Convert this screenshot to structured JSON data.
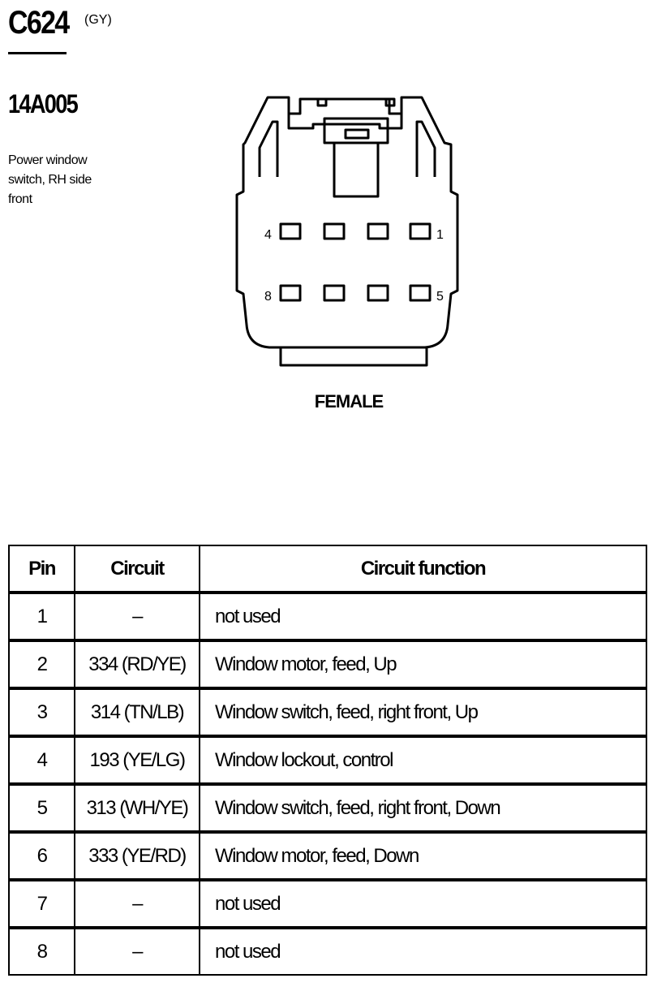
{
  "connector": {
    "id": "C624",
    "color_code": "(GY)",
    "part_number": "14A005",
    "description_lines": [
      "Power window",
      "switch, RH side",
      "front"
    ],
    "gender": "FEMALE",
    "pin_labels": {
      "top_left": "4",
      "top_right": "1",
      "bottom_left": "8",
      "bottom_right": "5"
    }
  },
  "table": {
    "headers": {
      "pin": "Pin",
      "circuit": "Circuit",
      "function": "Circuit function"
    },
    "rows": [
      {
        "pin": "1",
        "circuit": "–",
        "function": "not used"
      },
      {
        "pin": "2",
        "circuit": "334 (RD/YE)",
        "function": "Window motor, feed, Up"
      },
      {
        "pin": "3",
        "circuit": "314 (TN/LB)",
        "function": "Window switch, feed, right front, Up"
      },
      {
        "pin": "4",
        "circuit": "193 (YE/LG)",
        "function": "Window lockout, control"
      },
      {
        "pin": "5",
        "circuit": "313 (WH/YE)",
        "function": "Window switch, feed, right front, Down"
      },
      {
        "pin": "6",
        "circuit": "333 (YE/RD)",
        "function": "Window motor, feed, Down"
      },
      {
        "pin": "7",
        "circuit": "–",
        "function": "not used"
      },
      {
        "pin": "8",
        "circuit": "–",
        "function": "not used"
      }
    ]
  }
}
